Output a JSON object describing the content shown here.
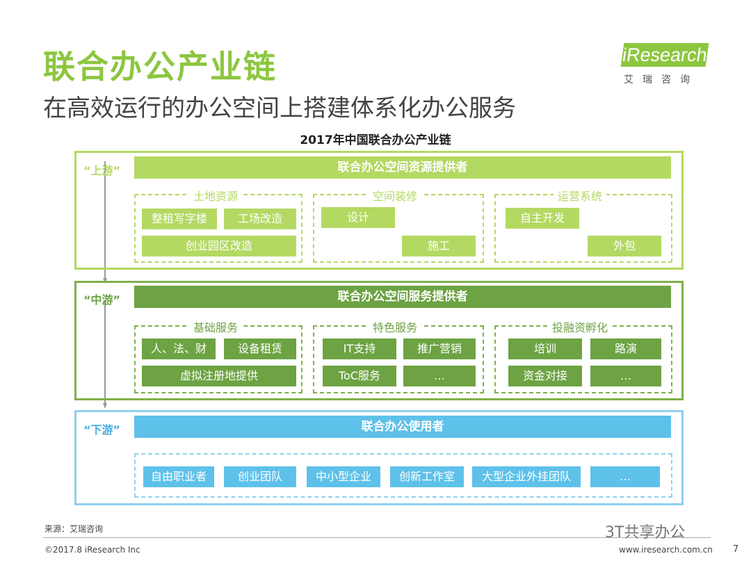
{
  "title": "联合办公产业链",
  "subtitle": "在高效运行的办公空间上搭建体系化办公服务",
  "logo": {
    "text": "iResearch",
    "sub": "艾瑞咨询"
  },
  "diagram_title": "2017年中国联合办公产业链",
  "tiers": {
    "up": {
      "tag": "“上游”",
      "header": "联合办公空间资源提供者",
      "groups": [
        {
          "label": "土地资源",
          "items": [
            "整租写字楼",
            "工场改造",
            "创业园区改造"
          ]
        },
        {
          "label": "空间装修",
          "items": [
            "设计",
            "施工"
          ]
        },
        {
          "label": "运营系统",
          "items": [
            "自主开发",
            "外包"
          ]
        }
      ]
    },
    "mid": {
      "tag": "“中游”",
      "header": "联合办公空间服务提供者",
      "groups": [
        {
          "label": "基础服务",
          "items": [
            "人、法、财",
            "设备租赁",
            "虚拟注册地提供"
          ]
        },
        {
          "label": "特色服务",
          "items": [
            "IT支持",
            "推广营销",
            "ToC服务",
            "…"
          ]
        },
        {
          "label": "投融资孵化",
          "items": [
            "培训",
            "路演",
            "资金对接",
            "…"
          ]
        }
      ]
    },
    "down": {
      "tag": "“下游”",
      "header": "联合办公使用者",
      "items": [
        "自由职业者",
        "创业团队",
        "中小型企业",
        "创新工作室",
        "大型企业外挂团队",
        "…"
      ]
    }
  },
  "footer": {
    "source": "来源：艾瑞咨询",
    "copyright": "©2017.8 iResearch Inc",
    "website": "www.iresearch.com.cn",
    "page": "7",
    "watermark": "3T共享办公"
  },
  "colors": {
    "upstream": "#b4d962",
    "midstream": "#6da343",
    "downstream": "#5ec1ea",
    "title": "#8cc63f"
  }
}
